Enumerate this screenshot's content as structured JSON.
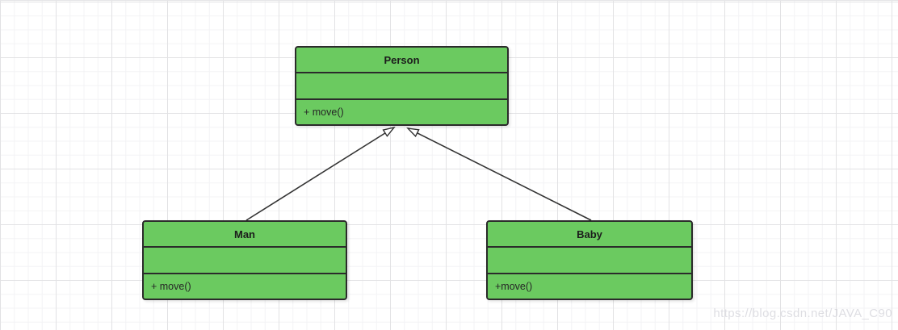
{
  "canvas": {
    "background": "#ffffff",
    "grid_minor_color": "#f3f3f5",
    "grid_major_color": "#e2e2e4"
  },
  "diagram": {
    "type": "uml-class-diagram",
    "classes": [
      {
        "id": "person",
        "name": "Person",
        "attributes": "",
        "methods": "+ move()"
      },
      {
        "id": "man",
        "name": "Man",
        "attributes": "",
        "methods": "+ move()"
      },
      {
        "id": "baby",
        "name": "Baby",
        "attributes": "",
        "methods": "+move()"
      }
    ],
    "relationships": [
      {
        "from": "Man",
        "to": "Person",
        "type": "generalization"
      },
      {
        "from": "Baby",
        "to": "Person",
        "type": "generalization"
      }
    ],
    "colors": {
      "class_fill": "#6bca60",
      "class_border": "#2b2b2b",
      "arrow": "#333333"
    }
  },
  "watermark": {
    "text": "https://blog.csdn.net/JAVA_C90"
  }
}
